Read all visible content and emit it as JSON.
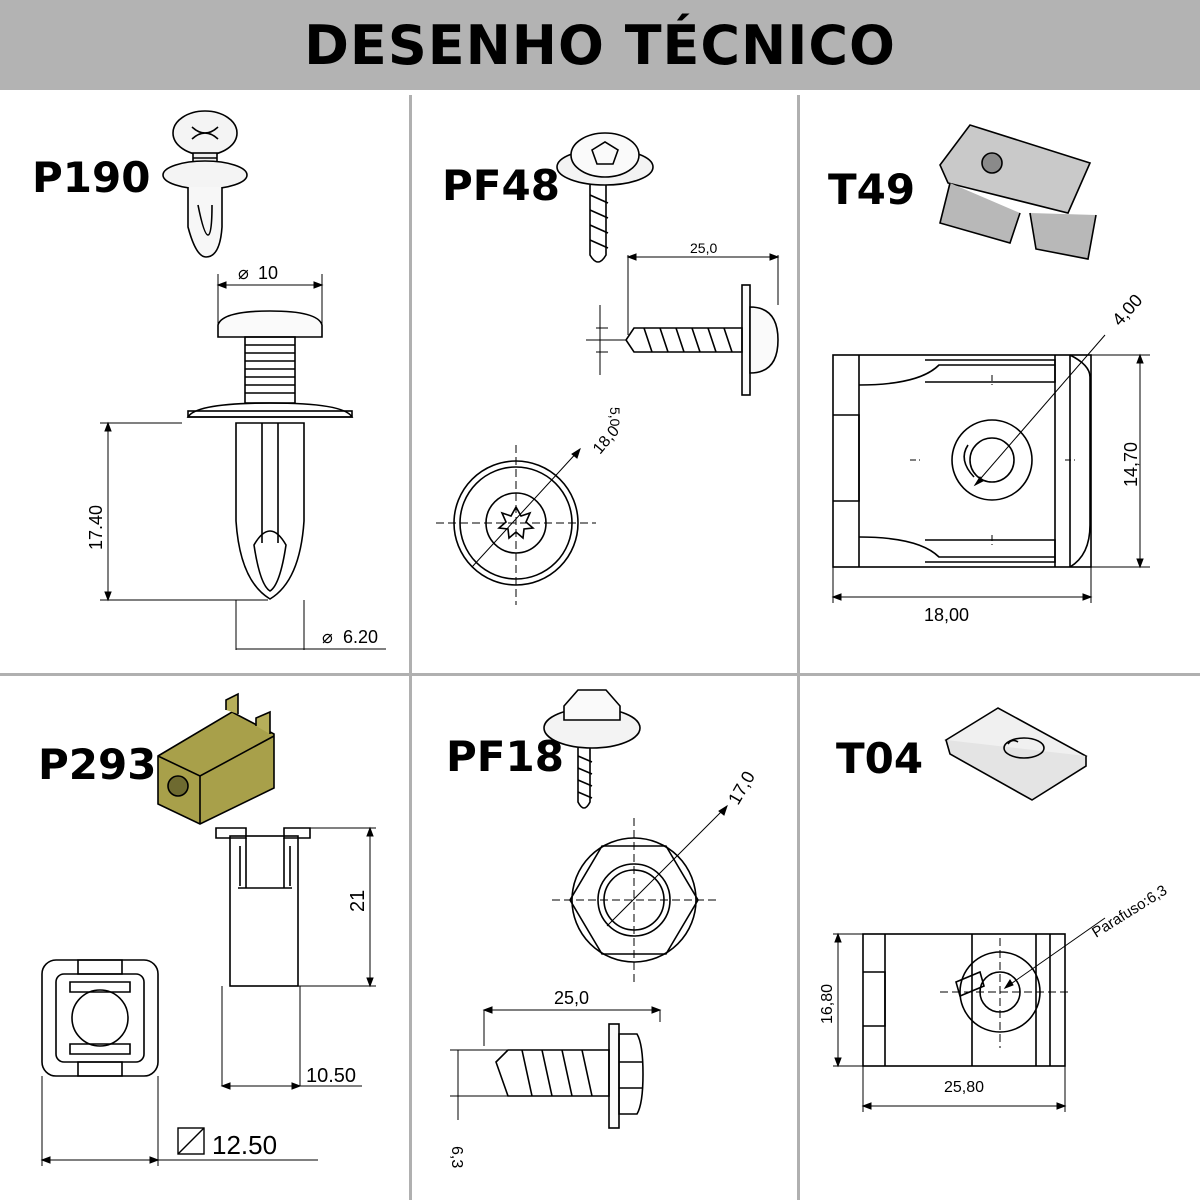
{
  "header": {
    "title": "DESENHO TÉCNICO",
    "bg_color": "#b3b3b3"
  },
  "panels": [
    {
      "id": "P190",
      "label": "P190",
      "dims": {
        "diameter_head": "10",
        "height": "17.40",
        "diameter_body": "6.20"
      }
    },
    {
      "id": "PF48",
      "label": "PF48",
      "dims": {
        "length": "25,0",
        "diameter_thread": "5,0",
        "diameter_washer": "18,0"
      }
    },
    {
      "id": "T49",
      "label": "T49",
      "dims": {
        "diameter_hole": "4,00",
        "height": "14,70",
        "width": "18,00"
      }
    },
    {
      "id": "P293",
      "label": "P293",
      "dims": {
        "height": "21",
        "width": "10.50",
        "square": "12.50"
      },
      "part_color": "#a8a04a"
    },
    {
      "id": "PF18",
      "label": "PF18",
      "dims": {
        "diameter_washer": "17,0",
        "length": "25,0",
        "diameter_thread": "6,3"
      }
    },
    {
      "id": "T04",
      "label": "T04",
      "dims": {
        "screw": "Parafuso:6,3",
        "height": "16,80",
        "width": "25,80"
      }
    }
  ]
}
